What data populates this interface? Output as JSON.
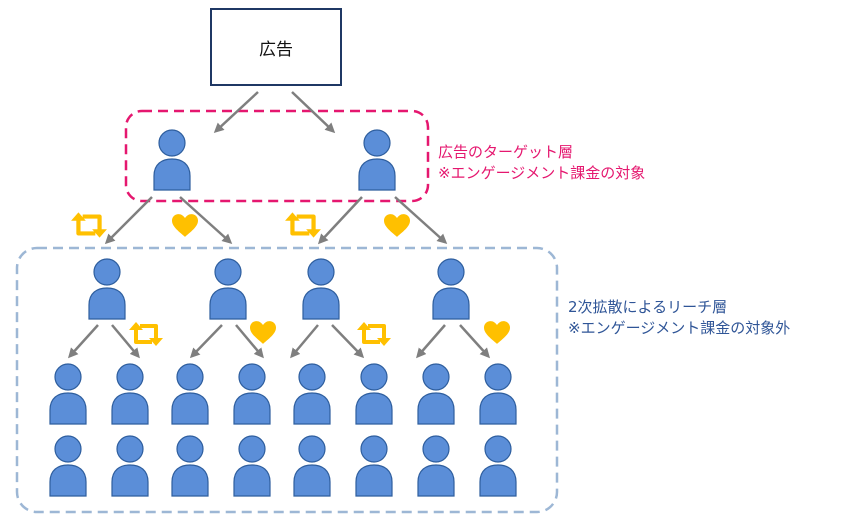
{
  "ad_box": {
    "label": "広告"
  },
  "target_group": {
    "title": "広告のターゲット層",
    "note": "※エンゲージメント課金の対象"
  },
  "viral_group": {
    "title": "2次拡散によるリーチ層",
    "note": "※エンゲージメント課金の対象外"
  },
  "colors": {
    "person": "#5B8ED8",
    "person_outline": "#2E5E9E",
    "target_border": "#E5176F",
    "viral_border": "#9DB7D5",
    "arrow": "#7F7F7F",
    "engagement_icon": "#FFC000",
    "target_text": "#E5176F",
    "viral_text": "#2F5597"
  },
  "icons": {
    "retweet": "retweet-icon",
    "like": "heart-icon",
    "person": "person-icon"
  }
}
